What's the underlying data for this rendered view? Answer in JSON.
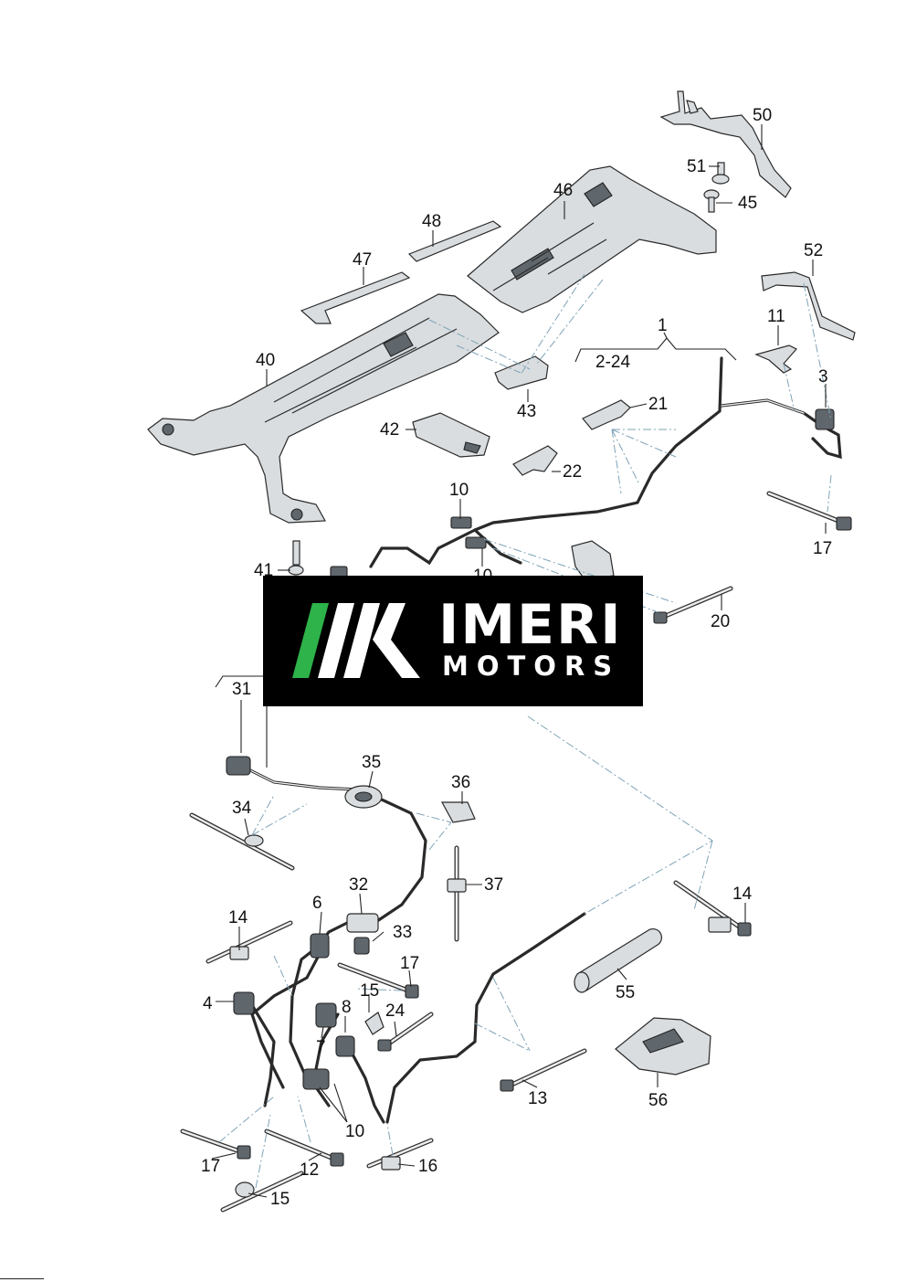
{
  "callouts": {
    "c1": "1",
    "c2_24": "2-24",
    "c3": "3",
    "c4": "4",
    "c6": "6",
    "c7": "7",
    "c8": "8",
    "c10a": "10",
    "c10b": "10",
    "c10c": "10",
    "c11": "11",
    "c12": "12",
    "c13": "13",
    "c14a": "14",
    "c14b": "14",
    "c15a": "15",
    "c15b": "15",
    "c16": "16",
    "c17a": "17",
    "c17b": "17",
    "c17c": "17",
    "c20": "20",
    "c21": "21",
    "c22": "22",
    "c24": "24",
    "c31": "31",
    "c32": "32",
    "c33": "33",
    "c34": "34",
    "c35": "35",
    "c36": "36",
    "c37": "37",
    "c40": "40",
    "c41": "41",
    "c42": "42",
    "c43": "43",
    "c45": "45",
    "c46": "46",
    "c47": "47",
    "c48": "48",
    "c50": "50",
    "c51": "51",
    "c52": "52",
    "c55": "55",
    "c56": "56"
  },
  "logo": {
    "line1": "IMERI",
    "line2": "MOTORS",
    "stripe_colors": [
      "#2db34a",
      "#ffffff",
      "#ffffff",
      "#ffffff"
    ]
  }
}
